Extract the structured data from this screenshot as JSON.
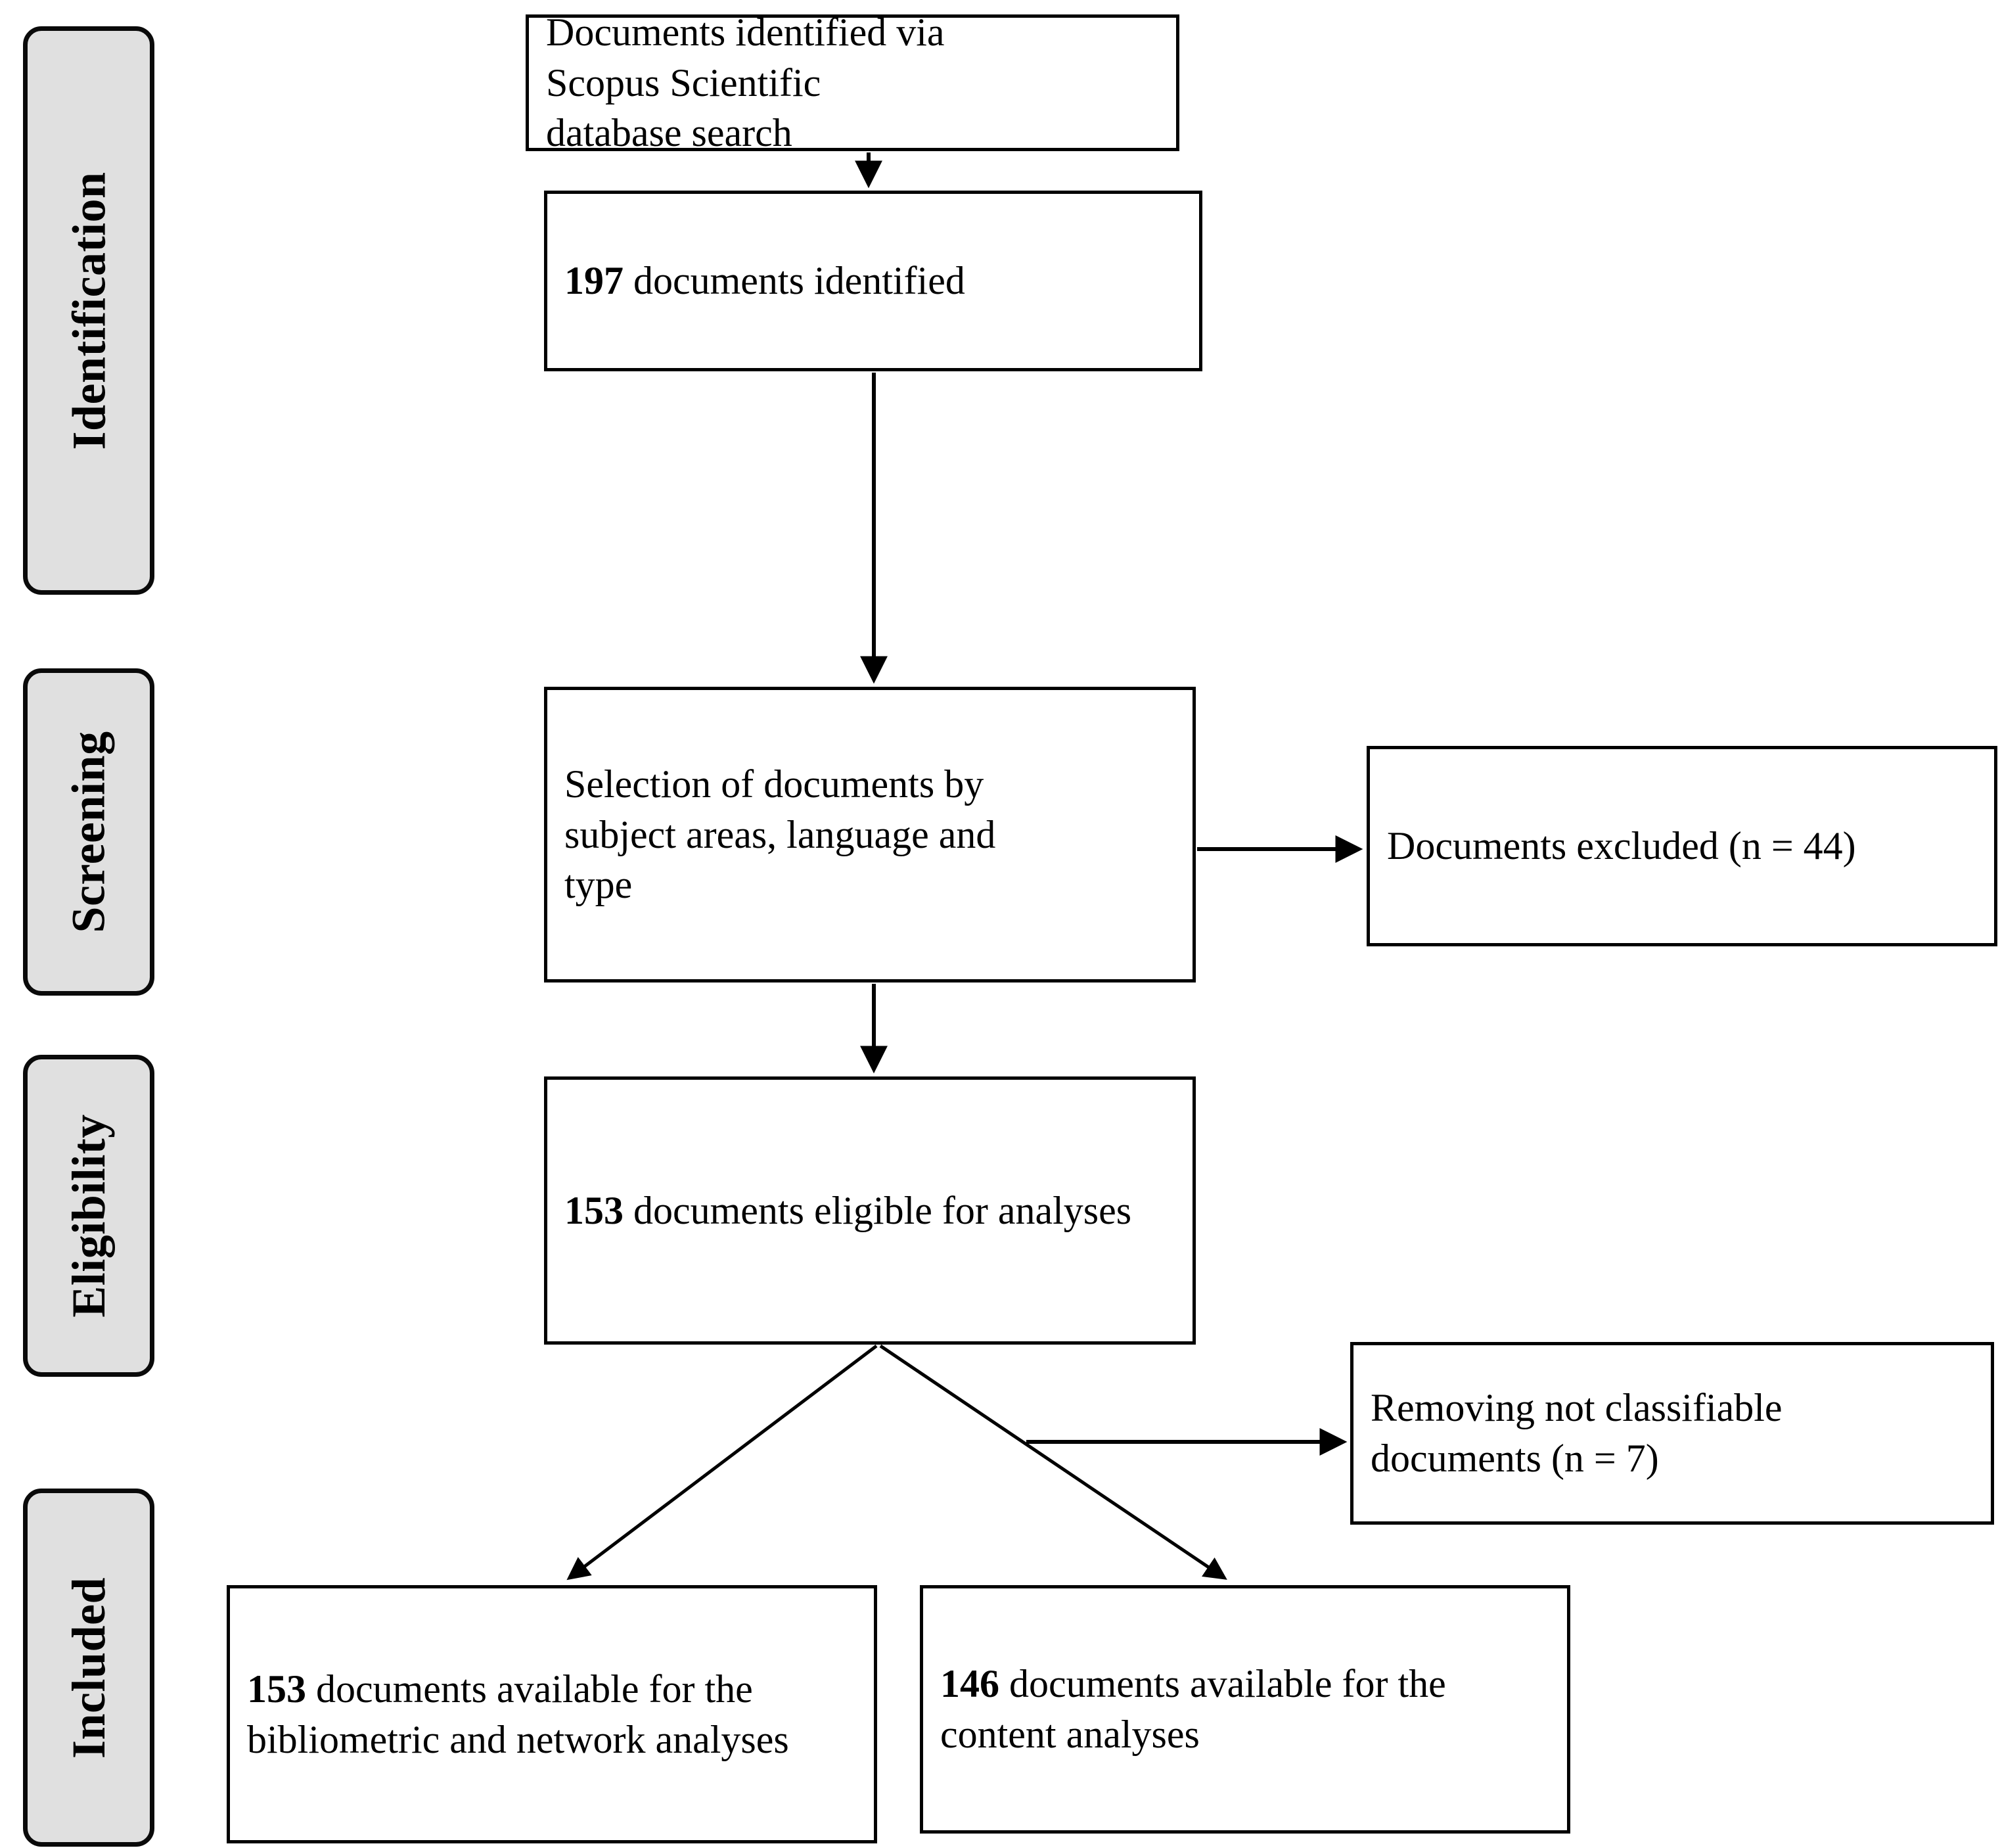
{
  "diagram": {
    "type": "prisma-flow-diagram",
    "stages": [
      {
        "id": "identification",
        "label": "Identification"
      },
      {
        "id": "screening",
        "label": "Screening"
      },
      {
        "id": "eligibility",
        "label": "Eligibility"
      },
      {
        "id": "included",
        "label": "Included"
      }
    ],
    "boxes": {
      "source": {
        "line1": "Documents identified via",
        "line2": "Scopus Scientific",
        "line3": "database search"
      },
      "identified": {
        "count": "197",
        "text": " documents identified"
      },
      "selection": {
        "line1": "Selection of documents by",
        "line2": "subject areas, language and",
        "line3": "type"
      },
      "excluded": {
        "text": "Documents excluded (n = 44)"
      },
      "eligible": {
        "count": "153",
        "text": " documents eligible for analyses"
      },
      "removed": {
        "line1": "Removing not classifiable",
        "line2": "documents (n = 7)"
      },
      "bibliometric": {
        "count": "153",
        "text": " documents available for the bibliometric and network analyses"
      },
      "content": {
        "count": "146",
        "text": " documents available for the content analyses"
      }
    },
    "colors": {
      "pill_fill": "#e0e0e0",
      "pill_border": "#0a0a0a",
      "box_border": "#000000",
      "box_fill": "#ffffff",
      "connector": "#000000",
      "background": "#ffffff"
    }
  }
}
